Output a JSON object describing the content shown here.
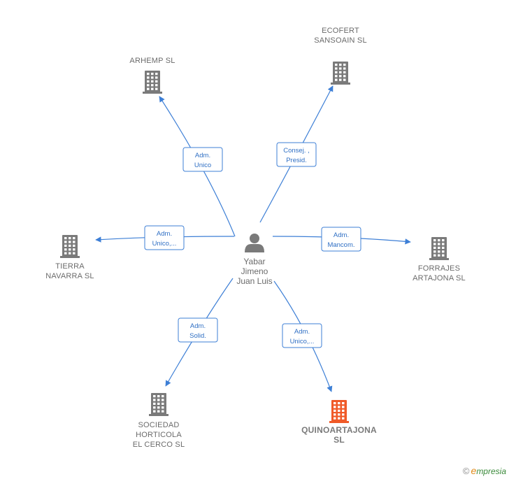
{
  "person": {
    "name_lines": [
      "Yabar",
      "Jimeno",
      "Juan Luis"
    ]
  },
  "companies": [
    {
      "id": "arhemp",
      "lines": [
        "ARHEMP  SL"
      ],
      "role_lines": [
        "Adm.",
        "Unico"
      ],
      "highlight": false
    },
    {
      "id": "ecofert",
      "lines": [
        "ECOFERT",
        "SANSOAIN  SL"
      ],
      "role_lines": [
        "Consej. ,",
        "Presid."
      ],
      "highlight": false
    },
    {
      "id": "tierra",
      "lines": [
        "TIERRA",
        "NAVARRA  SL"
      ],
      "role_lines": [
        "Adm.",
        "Unico,..."
      ],
      "highlight": false
    },
    {
      "id": "forrajes",
      "lines": [
        "FORRAJES",
        "ARTAJONA  SL"
      ],
      "role_lines": [
        "Adm.",
        "Mancom."
      ],
      "highlight": false
    },
    {
      "id": "sociedad",
      "lines": [
        "SOCIEDAD",
        "HORTICOLA",
        "EL CERCO  SL"
      ],
      "role_lines": [
        "Adm.",
        "Solid."
      ],
      "highlight": false
    },
    {
      "id": "quinoa",
      "lines": [
        "QUINOARTAJONA",
        "SL"
      ],
      "role_lines": [
        "Adm.",
        "Unico,..."
      ],
      "highlight": true
    }
  ],
  "colors": {
    "edge": "#3d7fd6",
    "building": "#7a7a7a",
    "building_highlight": "#f05a28",
    "person": "#7a7a7a"
  },
  "watermark": {
    "copyright": "©",
    "brand_initial": "e",
    "brand_rest": "mpresia"
  }
}
